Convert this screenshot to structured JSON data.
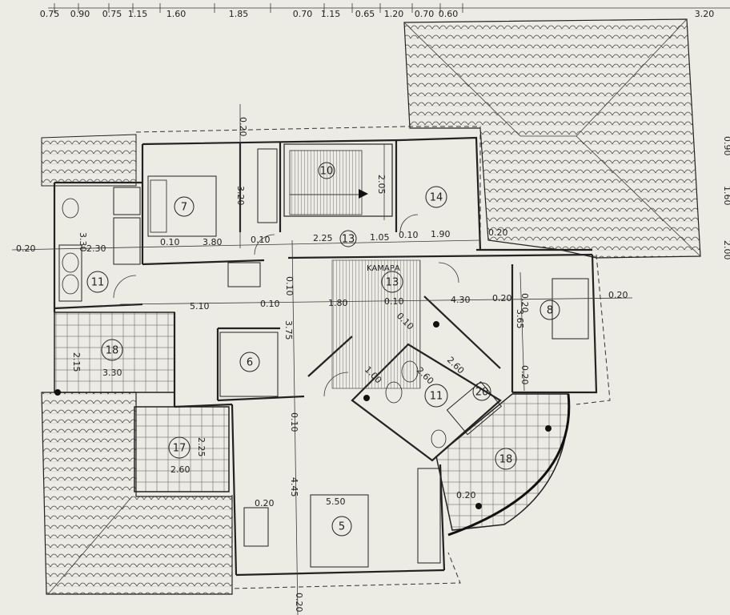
{
  "top_dimensions": [
    "0.75",
    "0.90",
    "0.75",
    "1.15",
    "1.60",
    "1.85",
    "0.70",
    "1.15",
    "0.65",
    "1.20",
    "0.70",
    "0.60",
    "3.20"
  ],
  "right_edge_dimensions": [
    "0.90",
    "1.60",
    "2.00"
  ],
  "room_numbers": [
    "7",
    "10",
    "14",
    "11",
    "13",
    "13",
    "8",
    "18",
    "6",
    "11",
    "20",
    "17",
    "18",
    "5"
  ],
  "room_label": "ΚΑΜΑΡΑ",
  "dimension_labels": [
    "0.20",
    "3.20",
    "2.05",
    "3.30",
    "2.30",
    "0.20",
    "0.10",
    "3.80",
    "0.10",
    "2.25",
    "1.05",
    "0.10",
    "1.90",
    "0.20",
    "0.20",
    "5.10",
    "0.10",
    "1.80",
    "0.10",
    "4.30",
    "0.20",
    "0.20",
    "0.10",
    "3.75",
    "3.65",
    "0.10",
    "2.15",
    "3.30",
    "1.00",
    "2.60",
    "2.60",
    "0.20",
    "0.10",
    "2.25",
    "2.60",
    "0.20",
    "4.45",
    "5.50",
    "0.20",
    "0.20"
  ]
}
